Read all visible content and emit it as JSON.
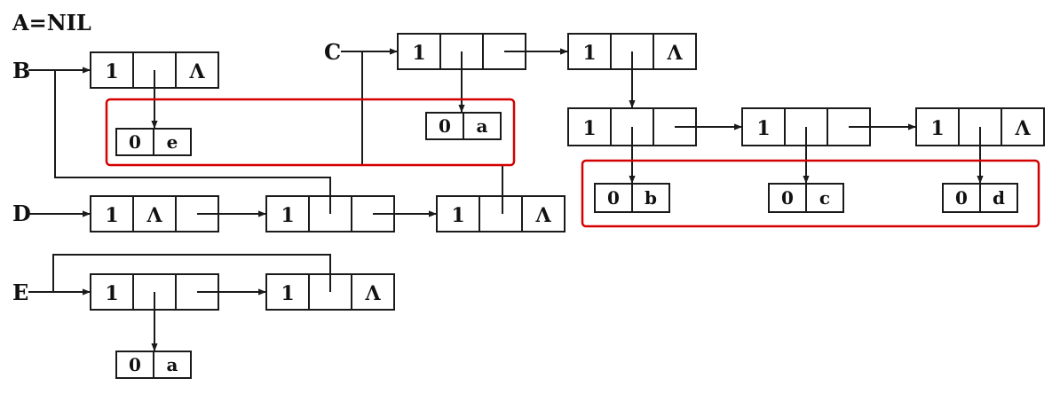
{
  "header": {
    "text": "A=NIL"
  },
  "labels": {
    "b": "B",
    "c": "C",
    "d": "D",
    "e": "E"
  },
  "nil_symbol": "Λ",
  "nodes": {
    "b1": {
      "tag": "1",
      "tp": "",
      "hp": "Λ"
    },
    "c1": {
      "tag": "1",
      "tp": "",
      "hp": ""
    },
    "c2": {
      "tag": "1",
      "tp": "",
      "hp": "Λ"
    },
    "f1": {
      "tag": "1",
      "tp": "",
      "hp": ""
    },
    "f2": {
      "tag": "1",
      "tp": "",
      "hp": ""
    },
    "f3": {
      "tag": "1",
      "tp": "",
      "hp": "Λ"
    },
    "d1": {
      "tag": "1",
      "tp": "Λ",
      "hp": ""
    },
    "d2": {
      "tag": "1",
      "tp": "",
      "hp": ""
    },
    "d3": {
      "tag": "1",
      "tp": "",
      "hp": "Λ"
    },
    "e1": {
      "tag": "1",
      "tp": "",
      "hp": ""
    },
    "e2": {
      "tag": "1",
      "tp": "",
      "hp": "Λ"
    }
  },
  "atoms": {
    "e": {
      "tag": "0",
      "value": "e"
    },
    "a1": {
      "tag": "0",
      "value": "a"
    },
    "b": {
      "tag": "0",
      "value": "b"
    },
    "c": {
      "tag": "0",
      "value": "c"
    },
    "d": {
      "tag": "0",
      "value": "d"
    },
    "a2": {
      "tag": "0",
      "value": "a"
    }
  },
  "colors": {
    "line": "#1a1a1a",
    "highlight": "#d40000",
    "background": "#ffffff"
  }
}
